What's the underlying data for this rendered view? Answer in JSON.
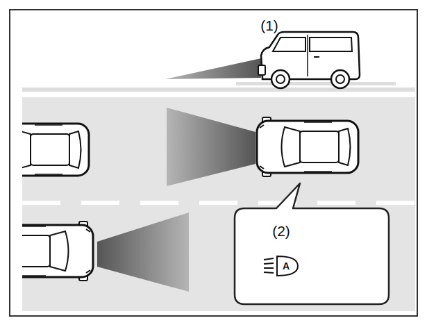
{
  "diagram": {
    "nodes": [
      {
        "text": [
          "(2)",
          "A"
        ]
      }
    ],
    "labels": [
      "(1)"
    ]
  }
}
